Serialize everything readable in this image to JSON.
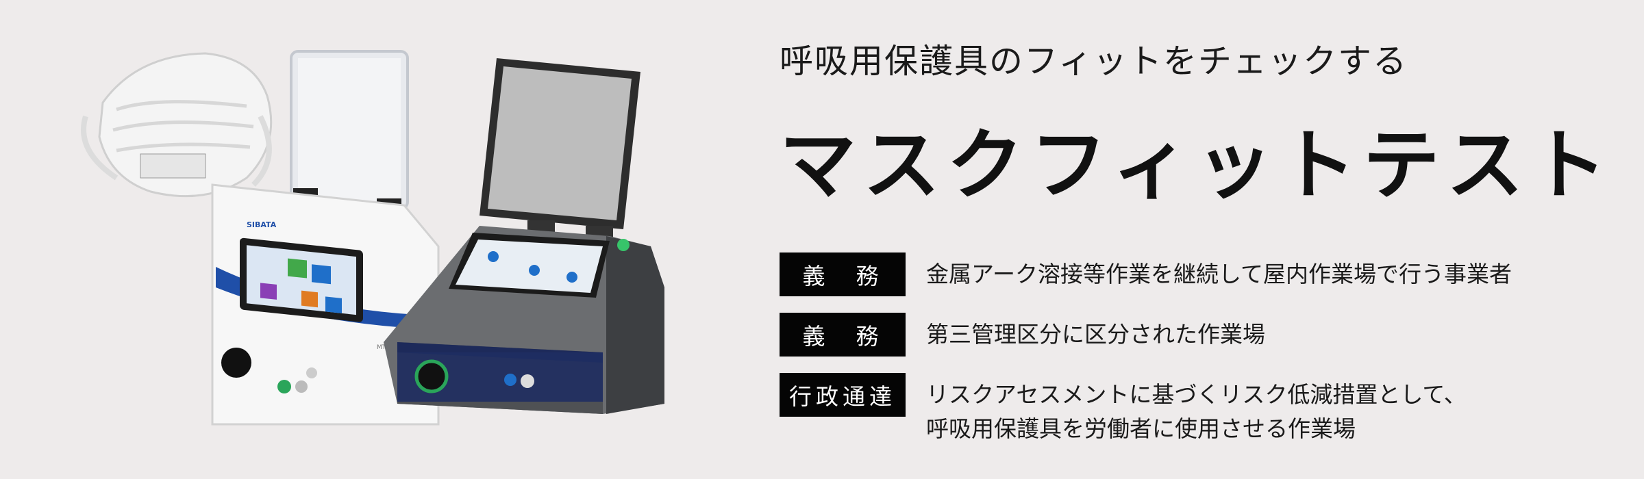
{
  "header": {
    "subtitle": "呼吸用保護具のフィットをチェックする",
    "title": "マスクフィットテスト"
  },
  "requirements": [
    {
      "badge": "義　務",
      "lines": [
        "金属アーク溶接等作業を継続して屋内作業場で行う事業者"
      ]
    },
    {
      "badge": "義　務",
      "lines": [
        "第三管理区分に区分された作業場"
      ]
    },
    {
      "badge": "行政通達",
      "lines": [
        "リスクアセスメントに基づくリスク低減措置として、",
        "呼吸用保護具を労働者に使用させる作業場"
      ]
    }
  ],
  "products": {
    "left_device_brand": "SIBATA",
    "left_device_model": "MT-11D",
    "colors": {
      "background": "#eeebeb",
      "accent_blue": "#1f4fa8",
      "device_gray": "#5b5d60",
      "badge_black": "#050505"
    }
  }
}
